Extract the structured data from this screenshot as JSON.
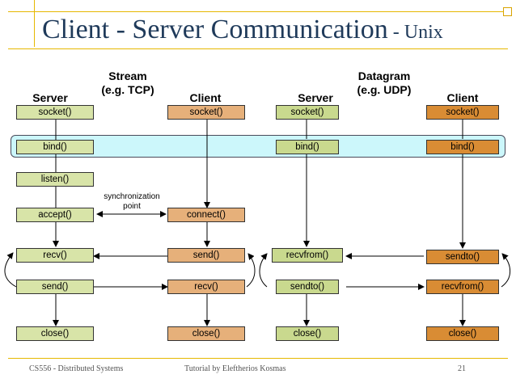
{
  "title": {
    "main": "Client - Server Communication",
    "suffix": " - Unix"
  },
  "stream": {
    "heading": "Stream",
    "subheading": "(e.g. TCP)"
  },
  "datagram": {
    "heading": "Datagram",
    "subheading": "(e.g. UDP)"
  },
  "columns": {
    "stream_server": "Server",
    "stream_client": "Client",
    "datagram_server": "Server",
    "datagram_client": "Client"
  },
  "sync_label": "synchronization point",
  "stream_server": [
    "socket()",
    "bind()",
    "listen()",
    "accept()",
    "recv()",
    "send()",
    "close()"
  ],
  "stream_client": [
    "socket()",
    "connect()",
    "send()",
    "recv()",
    "close()"
  ],
  "datagram_server": [
    "socket()",
    "bind()",
    "recvfrom()",
    "sendto()",
    "close()"
  ],
  "datagram_client": [
    "socket()",
    "bind()",
    "sendto()",
    "recvfrom()",
    "close()"
  ],
  "colors": {
    "title": "#1f3a5a",
    "stream_server_box": "#d8e4a8",
    "stream_client_box": "#e6b07a",
    "datagram_server_box": "#c9d98e",
    "datagram_client_box": "#d98c34",
    "bind_band": "#ccf7fb",
    "frame": "#e6b800"
  },
  "footer": {
    "course": "CS556 - Distributed Systems",
    "author": "Tutorial by Eleftherios Kosmas",
    "page": "21"
  }
}
